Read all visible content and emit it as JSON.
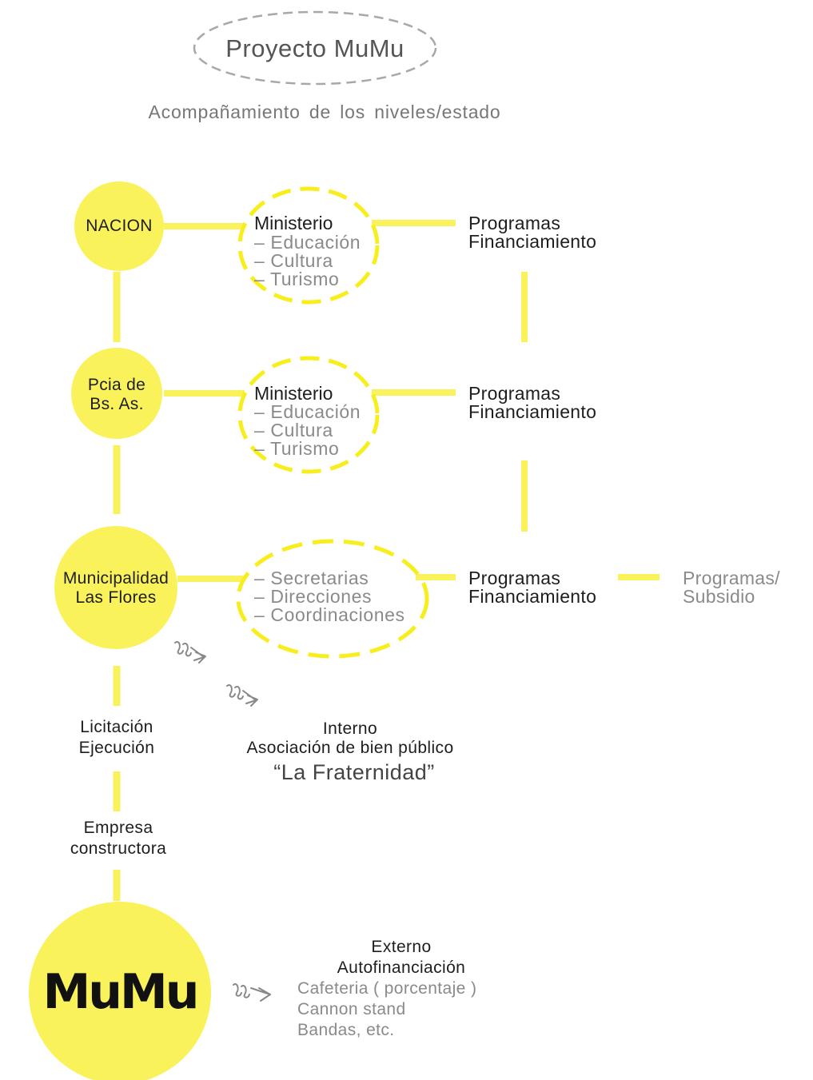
{
  "title": "Proyecto MuMu",
  "subtitle": "Acompañamiento de los niveles/estado",
  "colors": {
    "accent": "#f9f25a",
    "dash": "#f8ee1e",
    "title_border": "#a8a8a8",
    "text_dark": "#1e1e1e",
    "text_gray": "#8a8a8a"
  },
  "levels": {
    "nacion": {
      "node": "NACION",
      "ministry_title": "Ministerio",
      "ministry_items": [
        "–  Educación",
        "–  Cultura",
        "–  Turismo"
      ],
      "programs": [
        "Programas",
        "Financiamiento"
      ]
    },
    "provincia": {
      "node_lines": [
        "Pcia  de",
        "Bs.  As."
      ],
      "ministry_title": "Ministerio",
      "ministry_items": [
        "–  Educación",
        "–  Cultura",
        "–  Turismo"
      ],
      "programs": [
        "Programas",
        "Financiamiento"
      ]
    },
    "municipio": {
      "node_lines": [
        "Municipalidad",
        "Las  Flores"
      ],
      "secretariat_items": [
        "–  Secretarias",
        "–  Direcciones",
        "–  Coordinaciones"
      ],
      "programs": [
        "Programas",
        "Financiamiento"
      ],
      "subsidy": [
        "Programas/",
        "Subsidio"
      ]
    }
  },
  "chain": {
    "licitacion": [
      "Licitación",
      "Ejecución"
    ],
    "empresa": [
      "Empresa",
      "constructora"
    ],
    "logo": "MuMu"
  },
  "interno": {
    "label": "Interno",
    "association": "Asociación  de  bien  público",
    "name": "“La Fraternidad”"
  },
  "externo": {
    "label": "Externo",
    "autofin": "Autofinanciación",
    "items": [
      "Cafeteria  ( porcentaje )",
      "Cannon  stand",
      "Bandas,  etc."
    ]
  },
  "icons": [
    "hand-drawn-arrow-icon",
    "hand-drawn-arrow-icon",
    "hand-drawn-arrow-icon"
  ]
}
